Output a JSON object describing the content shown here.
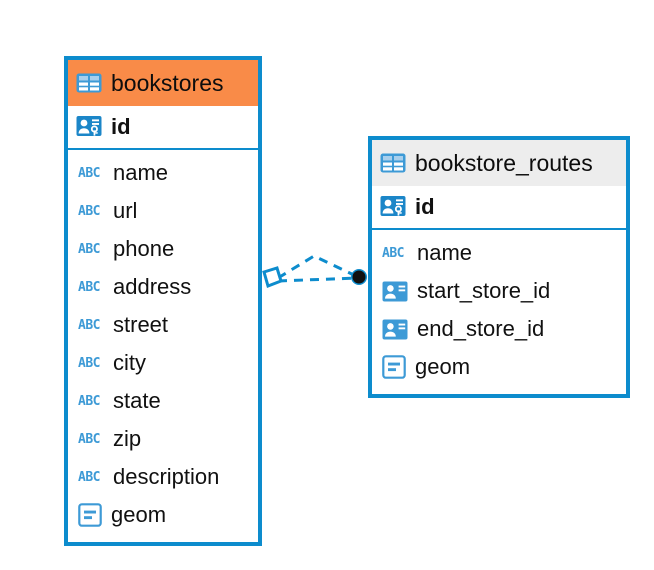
{
  "diagram": {
    "type": "er-diagram",
    "colors": {
      "border": "#0d8ccd",
      "header_highlight": "#f98b48",
      "header_default": "#ededed",
      "icon_blue": "#3d9ad6",
      "connector": "#0d8ccd",
      "endpoint": "#111111",
      "background": "#ffffff"
    },
    "entities": [
      {
        "name": "bookstores",
        "header_style": "highlighted",
        "header_icon": "table-icon",
        "primary_key": {
          "label": "id",
          "icon": "primary-key-icon"
        },
        "fields": [
          {
            "label": "name",
            "icon": "abc-icon",
            "icon_text": "ABC"
          },
          {
            "label": "url",
            "icon": "abc-icon",
            "icon_text": "ABC"
          },
          {
            "label": "phone",
            "icon": "abc-icon",
            "icon_text": "ABC"
          },
          {
            "label": "address",
            "icon": "abc-icon",
            "icon_text": "ABC"
          },
          {
            "label": "street",
            "icon": "abc-icon",
            "icon_text": "ABC"
          },
          {
            "label": "city",
            "icon": "abc-icon",
            "icon_text": "ABC"
          },
          {
            "label": "state",
            "icon": "abc-icon",
            "icon_text": "ABC"
          },
          {
            "label": "zip",
            "icon": "abc-icon",
            "icon_text": "ABC"
          },
          {
            "label": "description",
            "icon": "abc-icon",
            "icon_text": "ABC"
          },
          {
            "label": "geom",
            "icon": "geometry-icon"
          }
        ]
      },
      {
        "name": "bookstore_routes",
        "header_style": "default",
        "header_icon": "table-icon",
        "primary_key": {
          "label": "id",
          "icon": "primary-key-icon"
        },
        "fields": [
          {
            "label": "name",
            "icon": "abc-icon",
            "icon_text": "ABC"
          },
          {
            "label": "start_store_id",
            "icon": "foreign-key-icon"
          },
          {
            "label": "end_store_id",
            "icon": "foreign-key-icon"
          },
          {
            "label": "geom",
            "icon": "geometry-icon"
          }
        ]
      }
    ],
    "relationship": {
      "style": "dashed",
      "source_endpoint": "crows-foot-diamond",
      "target_endpoint": "selection-dot"
    }
  }
}
